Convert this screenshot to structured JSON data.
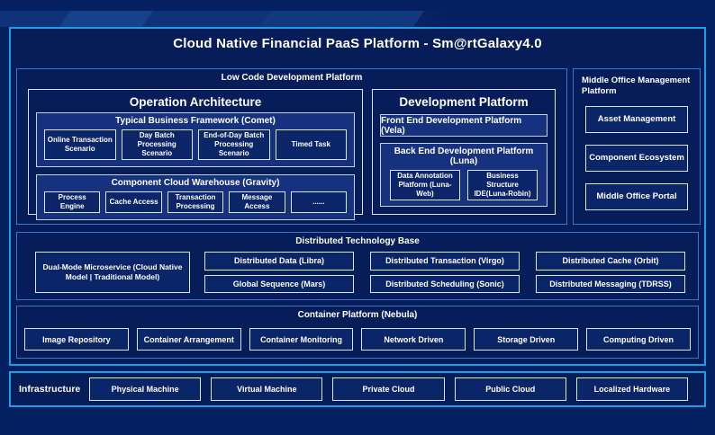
{
  "title": "Cloud Native Financial PaaS Platform - Sm@rtGalaxy4.0",
  "colors": {
    "background": "#052060",
    "panel_fill": "#061d59",
    "accent_cyan_border": "#1ba0e8",
    "section_border": "#3b76c9",
    "light_box_border": "#d9e4f4",
    "sub_panel_fill": "#16327e",
    "leaf_fill": "#0b2569",
    "text": "#ffffff"
  },
  "low_code": {
    "label": "Low Code Development Platform",
    "operation_architecture": {
      "title": "Operation Architecture",
      "comet": {
        "title": "Typical Business Framework (Comet)",
        "items": [
          "Online Transaction Scenario",
          "Day Batch Processing Scenario",
          "End-of-Day Batch Processing Scenario",
          "Timed Task"
        ]
      },
      "gravity": {
        "title": "Component Cloud Warehouse (Gravity)",
        "items": [
          "Process Engine",
          "Cache Access",
          "Transaction Processing",
          "Message Access",
          "......"
        ]
      }
    },
    "development_platform": {
      "title": "Development Platform",
      "front_end_label": "Front End Development Platform (Vela)",
      "back_end": {
        "title": "Back End Development Platform (Luna)",
        "items": [
          "Data Annotation Platform (Luna-Web)",
          "Business Structure IDE(Luna-Robin)"
        ]
      }
    }
  },
  "middle_office": {
    "label": "Middle Office Management Platform",
    "items": [
      "Asset Management",
      "Component Ecosystem",
      "Middle Office Portal"
    ]
  },
  "distributed": {
    "title": "Distributed Technology Base",
    "dual_mode_label": "Dual-Mode Microservice (Cloud Native Model | Traditional Model)",
    "items": [
      "Distributed Data (Libra)",
      "Distributed Transaction (Virgo)",
      "Distributed Cache (Orbit)",
      "Global Sequence (Mars)",
      "Distributed Scheduling (Sonic)",
      "Distributed Messaging (TDRSS)"
    ]
  },
  "container_platform": {
    "title": "Container Platform (Nebula)",
    "items": [
      "Image Repository",
      "Container Arrangement",
      "Container Monitoring",
      "Network Driven",
      "Storage Driven",
      "Computing Driven"
    ]
  },
  "infrastructure": {
    "label": "Infrastructure",
    "items": [
      "Physical Machine",
      "Virtual Machine",
      "Private Cloud",
      "Public Cloud",
      "Localized Hardware"
    ]
  }
}
